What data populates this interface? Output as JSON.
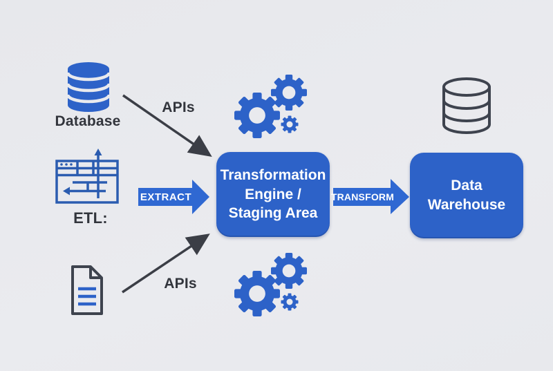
{
  "colors": {
    "background": "#e9eaee",
    "node_blue": "#2d62c8",
    "arrow_blue": "#2f68d2",
    "etl_icon_blue": "#2b5cb0",
    "doc_line_blue": "#2d62c8",
    "outline_gray": "#3e434e",
    "connector_gray": "#3b3e46",
    "label_text": "#32353c",
    "node_text": "#ffffff"
  },
  "sources": {
    "database": {
      "label": "Database",
      "icon": "database-cylinder-filled-icon"
    },
    "etl": {
      "label": "ETL:",
      "icon": "etl-window-flow-icon"
    },
    "document": {
      "icon": "document-lines-icon"
    }
  },
  "nodes": {
    "staging": {
      "label": "Transformation\nEngine /\nStaging Area"
    },
    "warehouse": {
      "label": "Data\nWarehouse",
      "icon": "database-cylinder-outline-icon"
    }
  },
  "flow": {
    "api_top": {
      "label": "APIs"
    },
    "api_bottom": {
      "label": "APIs"
    },
    "extract": {
      "label": "EXTRACT"
    },
    "transform": {
      "label": "TRANSFORM"
    }
  },
  "decorations": {
    "gears_top": "gears-processing-icon",
    "gears_bottom": "gears-processing-icon"
  }
}
